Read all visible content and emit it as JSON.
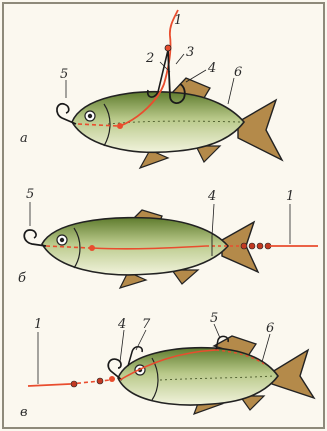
{
  "panels": [
    {
      "id": "a",
      "letter": "а",
      "numbers": [
        "1",
        "2",
        "3",
        "4",
        "5",
        "6"
      ]
    },
    {
      "id": "b",
      "letter": "б",
      "numbers": [
        "1",
        "4",
        "5"
      ]
    },
    {
      "id": "c",
      "letter": "в",
      "numbers": [
        "1",
        "4",
        "5",
        "6",
        "7"
      ]
    }
  ],
  "colors": {
    "line": "#e94d2e",
    "fish_back": "#6f8a3a",
    "fish_belly": "#eef1d4",
    "fins": "#b48a4a",
    "outline": "#222222",
    "hook": "#1a1a1a",
    "background": "#fbf8ef",
    "frame": "#8e8a7a"
  }
}
